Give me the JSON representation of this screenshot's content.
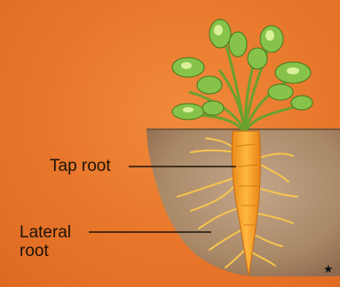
{
  "labels": {
    "tap_root": "Tap root",
    "lateral_root_line1": "Lateral",
    "lateral_root_line2": "root",
    "star": "★"
  },
  "colors": {
    "background": "#e8762a",
    "soil": "#a88464",
    "carrot": "#f39a1f",
    "roots": "#f6c24a",
    "leaves": "#79b43a"
  }
}
